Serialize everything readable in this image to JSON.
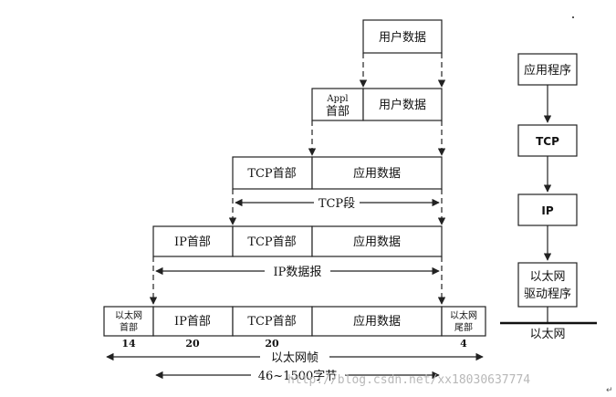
{
  "app_data": {
    "label": "用户数据"
  },
  "appl_layer": {
    "header_line1": "Appl",
    "header_line2": "首部",
    "data": "用户数据"
  },
  "tcp_layer": {
    "header": "TCP首部",
    "data": "应用数据",
    "span_label": "TCP段"
  },
  "ip_layer": {
    "header": "IP首部",
    "tcp_header": "TCP首部",
    "data": "应用数据",
    "span_label": "IP数据报"
  },
  "eth_layer": {
    "header_line1": "以太网",
    "header_line2": "首部",
    "ip_header": "IP首部",
    "tcp_header": "TCP首部",
    "data": "应用数据",
    "trailer_line1": "以太网",
    "trailer_line2": "尾部",
    "sizes": {
      "header": "14",
      "ip": "20",
      "tcp": "20",
      "trailer": "4"
    },
    "frame_label": "以太网帧",
    "payload_label": "46~1500字节"
  },
  "stack": {
    "app": "应用程序",
    "tcp": "TCP",
    "ip": "IP",
    "driver_line1": "以太网",
    "driver_line2": "驱动程序",
    "medium": "以太网"
  },
  "watermark": "http://blog.csdn.net/xx18030637774",
  "corner_mark": "↵"
}
